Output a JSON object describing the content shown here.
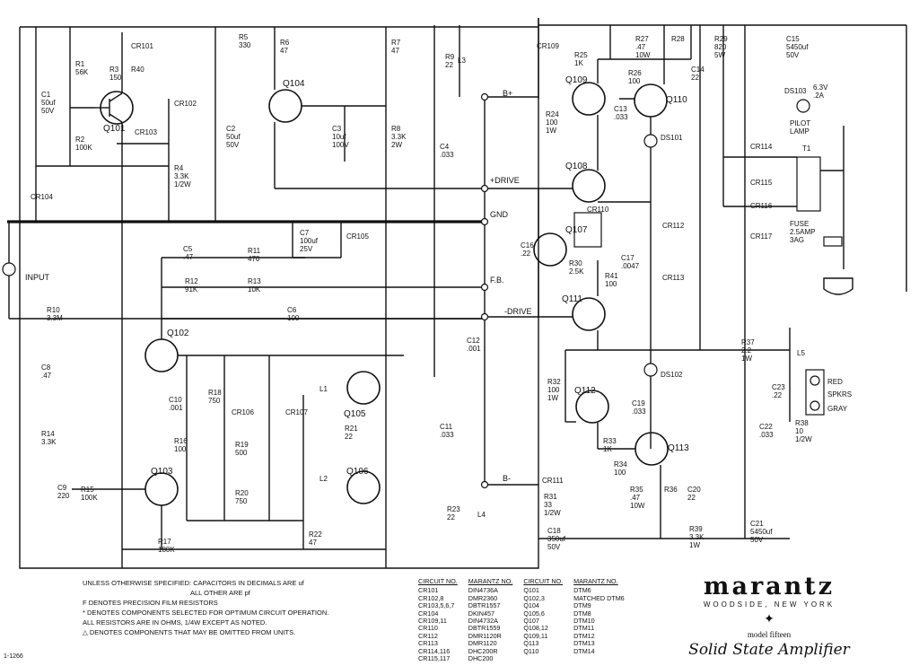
{
  "transistors": [
    "Q101",
    "Q102",
    "Q103",
    "Q104",
    "Q105",
    "Q106",
    "Q107",
    "Q108",
    "Q109",
    "Q110",
    "Q111",
    "Q112",
    "Q113"
  ],
  "diodes": [
    "CR101",
    "CR102",
    "CR103",
    "CR104",
    "CR105",
    "CR106",
    "CR107",
    "CR109",
    "CR110",
    "CR112",
    "CR113",
    "CR114",
    "CR115",
    "CR116",
    "CR117",
    "CR111"
  ],
  "resistors": {
    "R1": "R1\n56K",
    "R2": "R2\n100K",
    "R3": "R3\n150",
    "R4": "R4\n3.3K\n1/2W",
    "R5": "R5\n330",
    "R6": "R6\n47",
    "R7": "R7\n47",
    "R8": "R8\n3.3K\n2W",
    "R9": "R9\n22",
    "R10": "R10\n3.3M",
    "R11": "R11\n470",
    "R12": "R12\n91K",
    "R13": "R13\n10K",
    "R14": "R14\n3.3K",
    "R15": "R15\n100K",
    "R16": "R16\n100",
    "R17": "R17\n180K",
    "R18": "R18\n750",
    "R19": "R19\n500",
    "R20": "R20\n750",
    "R21": "R21\n22",
    "R22": "R22\n47",
    "R23": "R23\n22",
    "R24": "R24\n100\n1W",
    "R25": "R25\n1K",
    "R26": "R26\n100",
    "R27": "R27\n.47\n10W",
    "R28": "R28",
    "R29": "R29\n820\n5W",
    "R30": "R30\n2.5K",
    "R31": "R31\n33\n1/2W",
    "R32": "R32\n100\n1W",
    "R33": "R33\n1K",
    "R34": "R34\n100",
    "R35": "R35\n.47\n10W",
    "R36": "R36",
    "R37": "R37\n2.2\n1W",
    "R38": "R38\n10\n1/2W",
    "R39": "R39\n3.3K\n1W",
    "R40": "R40",
    "R41": "R41\n100"
  },
  "capacitors": {
    "C1": "C1\n50uf\n50V",
    "C2": "C2\n50uf\n50V",
    "C3": "C3\n10uf\n100V",
    "C4": "C4\n.033",
    "C5": "C5\n.47",
    "C6": "C6\n100",
    "C7": "C7\n100uf\n25V",
    "C8": "C8\n.47",
    "C9": "C9\n220",
    "C10": "C10\n.001",
    "C11": "C11\n.033",
    "C12": "C12\n.001",
    "C13": "C13\n.033",
    "C14": "C14\n22",
    "C15": "C15\n5450uf\n50V",
    "C16": "C16\n.22",
    "C17": "C17\n.0047",
    "C18": "C18\n350uf\n50V",
    "C19": "C19\n.033",
    "C20": "C20\n22",
    "C21": "C21\n5450uf\n50V",
    "C22": "C22\n.033",
    "C23": "C23\n.22"
  },
  "inductors": [
    "L1",
    "L2",
    "L3",
    "L4",
    "L5"
  ],
  "nets": {
    "bplus": "B+",
    "bminus": "B-",
    "gnd": "GND",
    "drive_pos": "+DRIVE",
    "drive_neg": "-DRIVE",
    "fb": "F.B.",
    "input": "INPUT"
  },
  "misc": {
    "ds101": "DS101",
    "ds102": "DS102",
    "ds103": "DS103",
    "lamp_rating": "6.3V\n.2A",
    "pilot": "PILOT\nLAMP",
    "t1": "T1",
    "fuse": "FUSE\n2.5AMP\n3AG",
    "red": "RED",
    "spkrs": "SPKRS",
    "gray": "GRAY",
    "f": "F",
    "star": "*",
    "tri": "△"
  },
  "notes": {
    "line1a": "UNLESS OTHERWISE SPECIFIED: CAPACITORS IN DECIMALS ARE uf",
    "line1b": "ALL OTHER ARE pf",
    "line2": "DENOTES PRECISION FILM RESISTORS",
    "line3": "DENOTES COMPONENTS SELECTED FOR OPTIMUM CIRCUIT OPERATION.",
    "line4": "ALL RESISTORS ARE IN OHMS, 1/4W EXCEPT AS NOTED.",
    "line5": "DENOTES COMPONENTS THAT MAY BE OMITTED FROM UNITS."
  },
  "table": {
    "h1": "CIRCUIT NO.",
    "h2": "MARANTZ NO.",
    "h3": "CIRCUIT NO.",
    "h4": "MARANTZ NO.",
    "c1": "CR101\nCR102,8\nCR103,5,6,7\nCR104\nCR109,11\nCR110\nCR112\nCR113\nCR114,116\nCR115,117",
    "c2": "DIN4736A\nDMR2360\nDBTR1557\nDKIN457\nDIN4732A\nDBTR1559\nDMR1120R\nDMR1120\nDHC200R\nDHC200",
    "c3": "Q101\nQ102,3\nQ104\nQ105,6\nQ107\nQ108,12\nQ109,11\nQ113\nQ110",
    "c4": "DTM6\nMATCHED DTM6\nDTM9\nDTM8\nDTM10\nDTM11\nDTM12\nDTM13\nDTM14"
  },
  "brand": {
    "logo": "marantz",
    "location": "WOODSIDE, NEW YORK",
    "star": "✦",
    "model": "model fifteen",
    "title": "Solid State Amplifier"
  },
  "code": "1-1266"
}
